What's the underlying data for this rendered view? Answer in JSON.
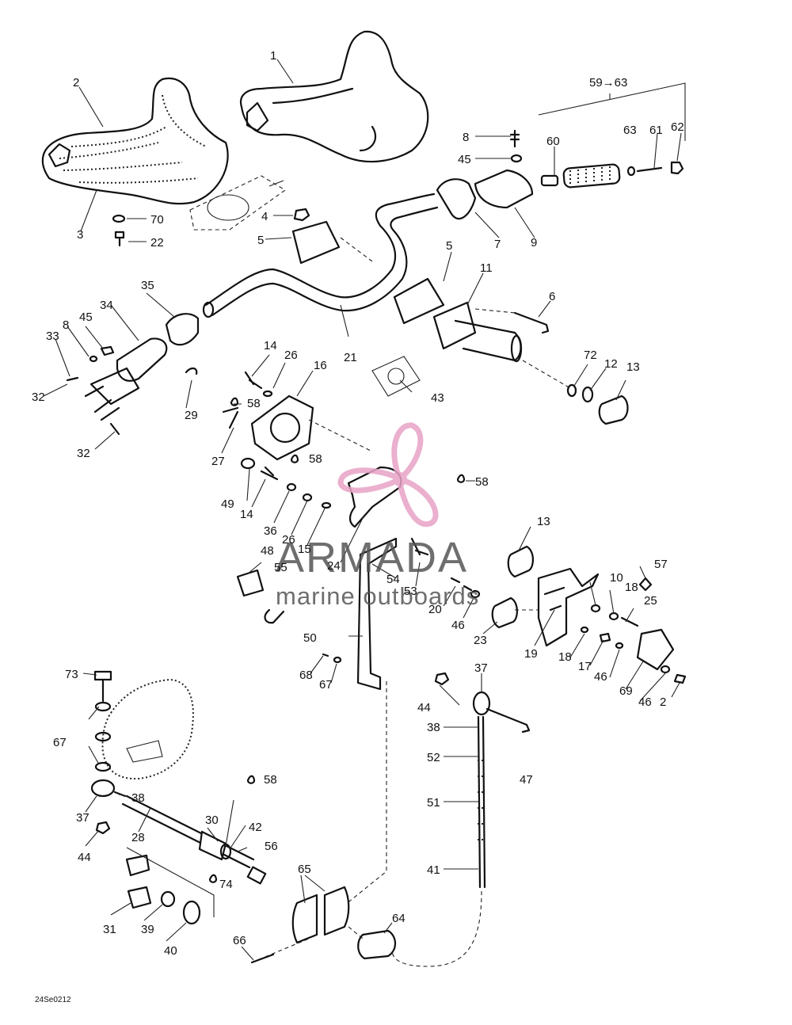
{
  "labels": [
    "1",
    "2",
    "3",
    "70",
    "22",
    "4",
    "5",
    "8",
    "45",
    "60",
    "63",
    "61",
    "62",
    "9",
    "7",
    "5",
    "11",
    "6",
    "35",
    "34",
    "45",
    "8",
    "33",
    "32",
    "29",
    "32",
    "21",
    "14",
    "26",
    "16",
    "58",
    "27",
    "58",
    "49",
    "14",
    "36",
    "26",
    "15",
    "48",
    "55",
    "24",
    "58",
    "13",
    "54",
    "53",
    "20",
    "46",
    "23",
    "10",
    "57",
    "18",
    "25",
    "19",
    "18",
    "17",
    "46",
    "69",
    "46",
    "2",
    "43",
    "72",
    "12",
    "13",
    "50",
    "68",
    "67",
    "37",
    "44",
    "38",
    "52",
    "51",
    "41",
    "47",
    "73",
    "67",
    "37",
    "38",
    "44",
    "28",
    "30",
    "42",
    "58",
    "56",
    "74",
    "65",
    "64",
    "31",
    "39",
    "40",
    "66"
  ],
  "kit_label": "59→63",
  "drawing_code": "24Se0212",
  "watermark": {
    "brand": "ARMADA",
    "tagline": "marine outboards",
    "logo_color": "#e8a3c6",
    "text_color": "#555555"
  },
  "colors": {
    "line": "#111111",
    "background": "#ffffff"
  }
}
